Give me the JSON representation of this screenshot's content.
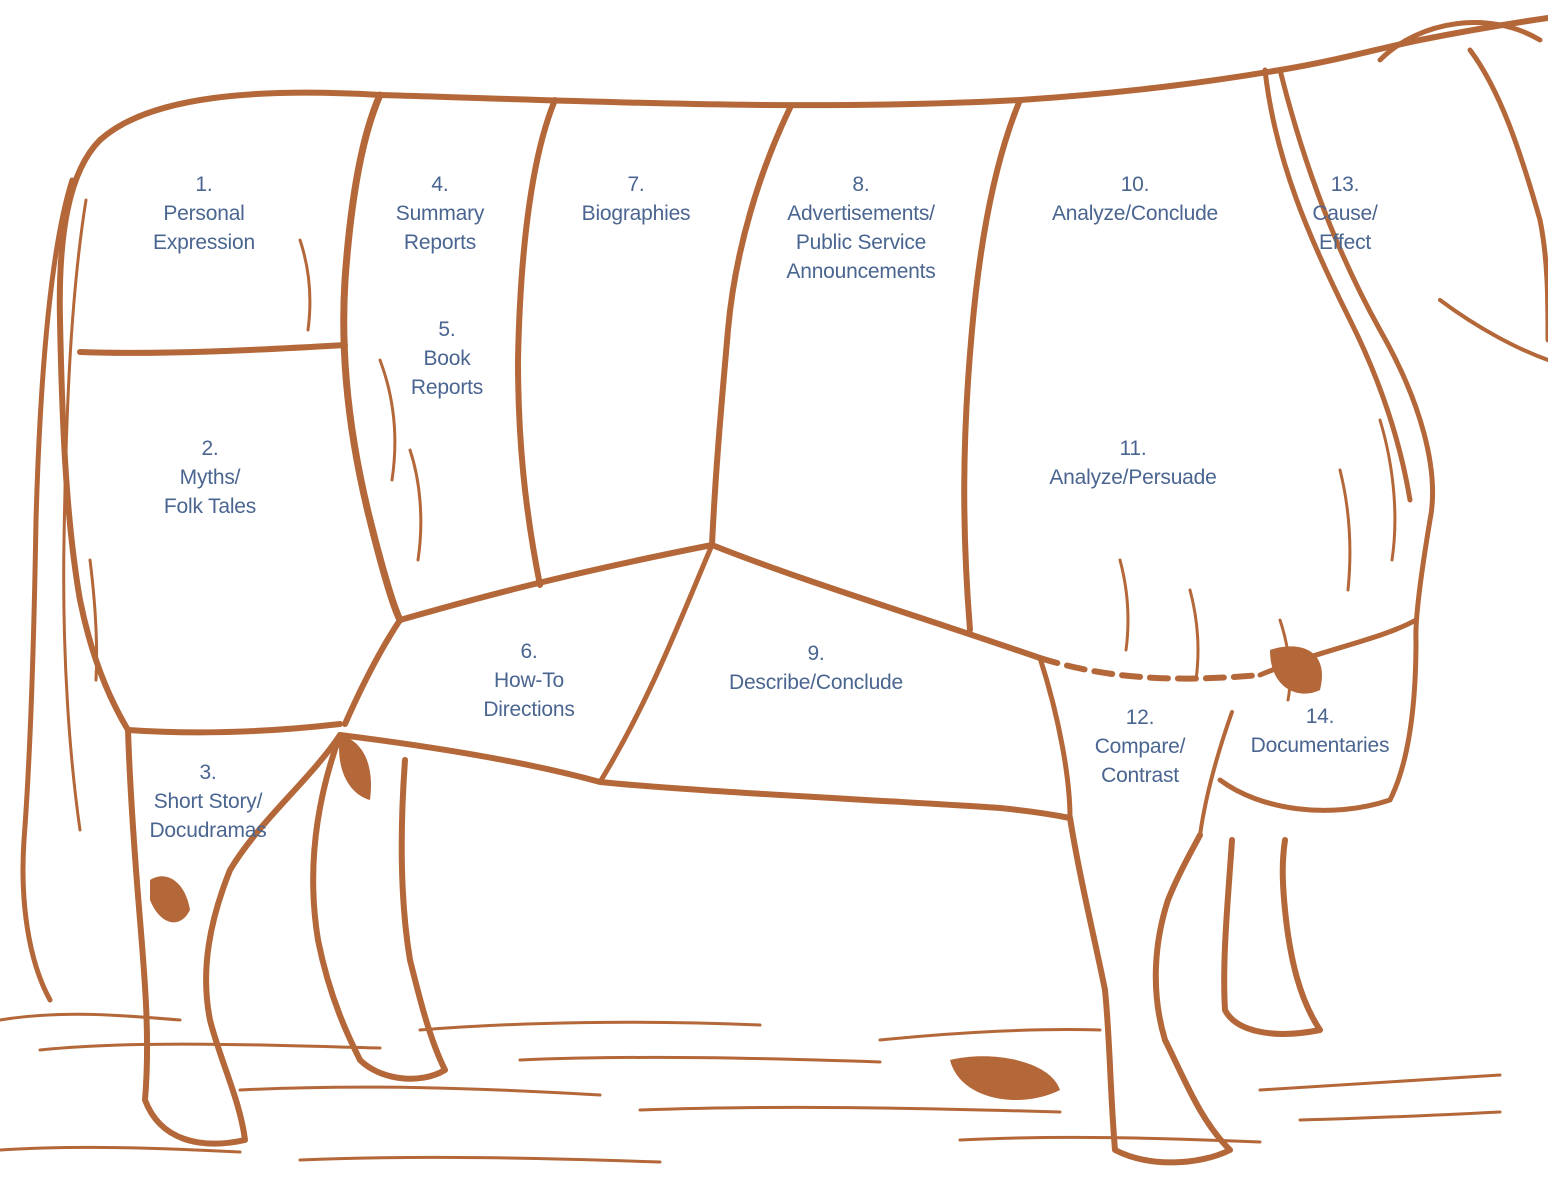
{
  "colors": {
    "ink": "#b4683a",
    "label": "#4a6590",
    "background": "#ffffff"
  },
  "cuts": [
    {
      "id": "c1",
      "number": "1.",
      "lines": [
        "Personal",
        "Expression"
      ]
    },
    {
      "id": "c2",
      "number": "2.",
      "lines": [
        "Myths/",
        "Folk Tales"
      ]
    },
    {
      "id": "c3",
      "number": "3.",
      "lines": [
        "Short Story/",
        "Docudramas"
      ]
    },
    {
      "id": "c4",
      "number": "4.",
      "lines": [
        "Summary",
        "Reports"
      ]
    },
    {
      "id": "c5",
      "number": "5.",
      "lines": [
        "Book",
        "Reports"
      ]
    },
    {
      "id": "c6",
      "number": "6.",
      "lines": [
        "How-To",
        "Directions"
      ]
    },
    {
      "id": "c7",
      "number": "7.",
      "lines": [
        "Biographies"
      ]
    },
    {
      "id": "c8",
      "number": "8.",
      "lines": [
        "Advertisements/",
        "Public Service",
        "Announcements"
      ]
    },
    {
      "id": "c9",
      "number": "9.",
      "lines": [
        "Describe/Conclude"
      ]
    },
    {
      "id": "c10",
      "number": "10.",
      "lines": [
        "Analyze/Conclude"
      ]
    },
    {
      "id": "c11",
      "number": "11.",
      "lines": [
        "Analyze/Persuade"
      ]
    },
    {
      "id": "c12",
      "number": "12.",
      "lines": [
        "Compare/",
        "Contrast"
      ]
    },
    {
      "id": "c13",
      "number": "13.",
      "lines": [
        "Cause/",
        "Effect"
      ]
    },
    {
      "id": "c14",
      "number": "14.",
      "lines": [
        "Documentaries"
      ]
    }
  ]
}
